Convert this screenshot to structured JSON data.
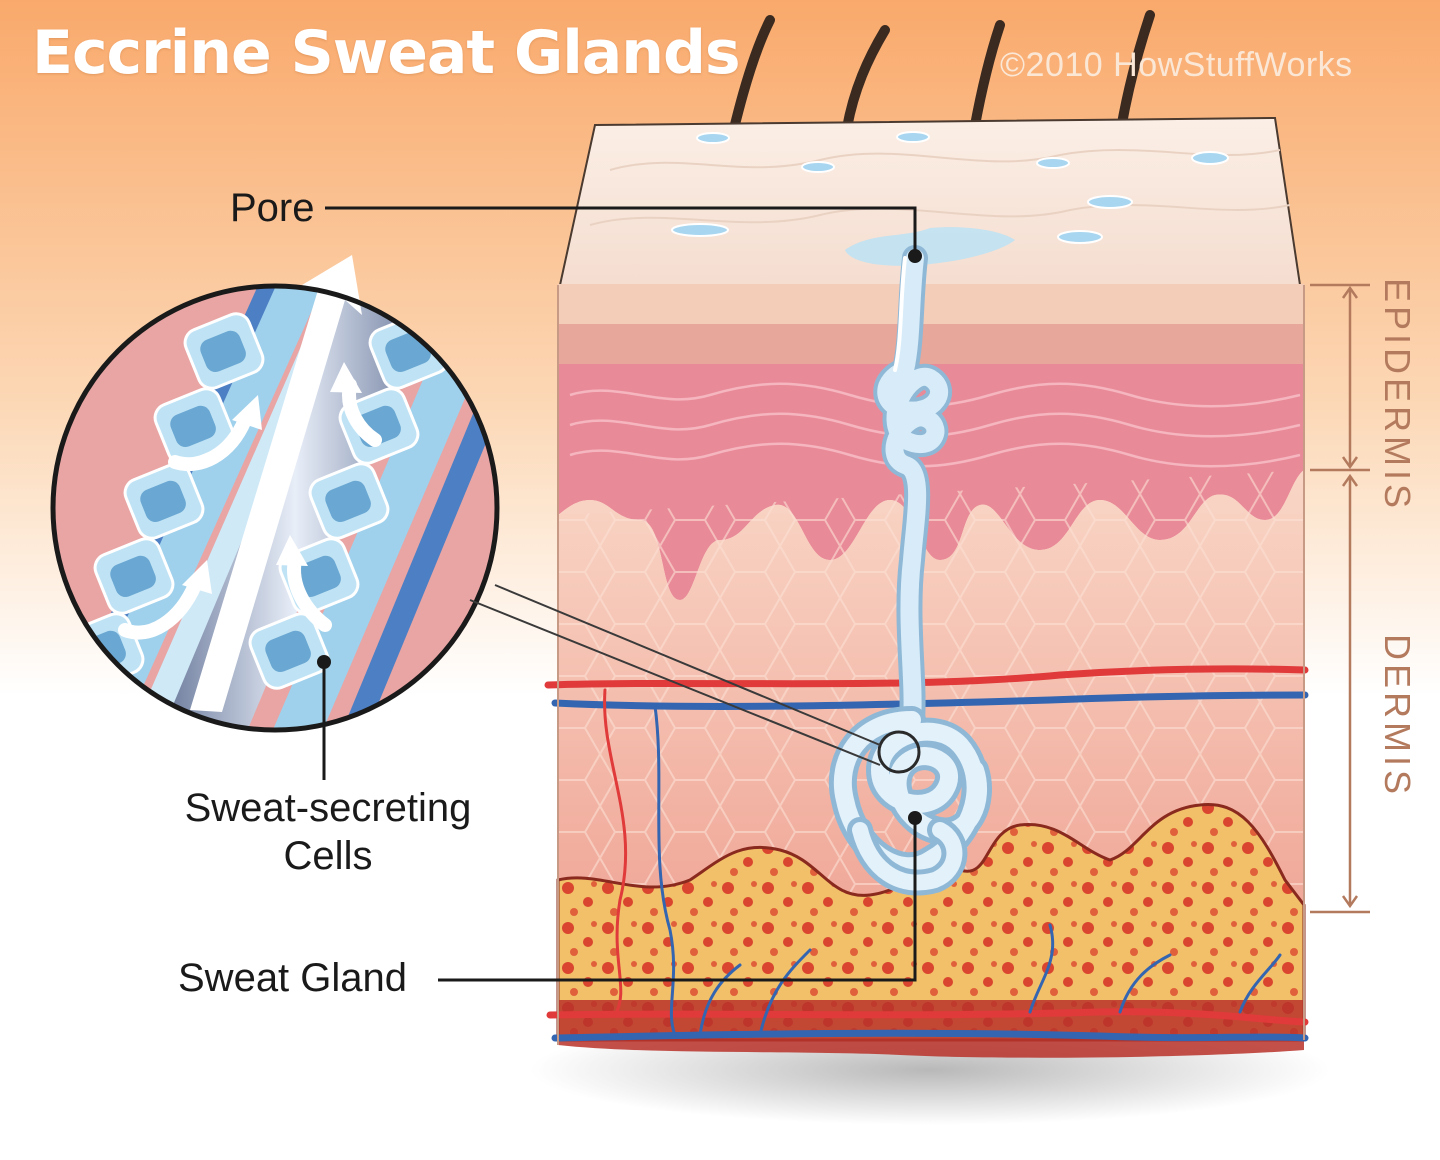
{
  "title": "Eccrine Sweat Glands",
  "copyright": "©2010 HowStuffWorks",
  "labels": {
    "pore": "Pore",
    "sweat_cells_line1": "Sweat-secreting",
    "sweat_cells_line2": "Cells",
    "sweat_gland": "Sweat Gland",
    "epidermis": "EPIDERMIS",
    "dermis": "DERMIS"
  },
  "colors": {
    "background_top": "#f9a96b",
    "epidermis_pink": "#e98a98",
    "dermis_peach": "#f7c7b5",
    "fat_yellow": "#f3c06a",
    "gland_blue": "#cfe9f7",
    "artery_red": "#e03a3a",
    "vein_blue": "#3465b0"
  }
}
